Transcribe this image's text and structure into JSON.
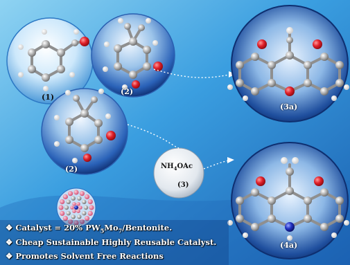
{
  "labels": {
    "c1": "(1)",
    "c2a": "(2)",
    "c2b": "(2)",
    "p3a": "(3a)",
    "p4a": "(4a)"
  },
  "reagent": {
    "formula_prefix": "NH",
    "formula_sub": "4",
    "formula_suffix": "OAc",
    "number": "(3)"
  },
  "bullets": [
    {
      "icon": "diamond-bullet-icon",
      "pre": "Catalyst = 20% PW",
      "s1": "5",
      "mid": "Mo",
      "s2": "7",
      "post": "/Bentonite."
    },
    {
      "icon": "diamond-bullet-icon",
      "text": "Cheap Sustainable Highly Reusable Catalyst."
    },
    {
      "icon": "diamond-bullet-icon",
      "text": "Promotes Solvent Free Reactions"
    }
  ],
  "colors": {
    "background": "#2f8fd8",
    "sphere": "#1d4fa8",
    "carbon": "#9a9a9a",
    "hydrogen": "#f4f4f4",
    "oxygen": "#e0202a",
    "nitrogen": "#2030c0"
  }
}
